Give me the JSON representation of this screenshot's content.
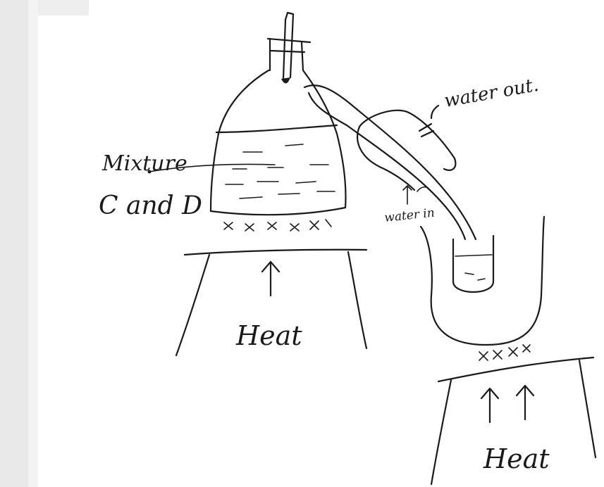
{
  "labels": {
    "mixture": "Mixture",
    "mixture_sub": "C and D",
    "water_out": "water out.",
    "water_in": "water in",
    "heat_left": "Heat",
    "heat_right": "Heat"
  },
  "ink_color": "#1a1a1a",
  "paper_color": "#ffffff"
}
